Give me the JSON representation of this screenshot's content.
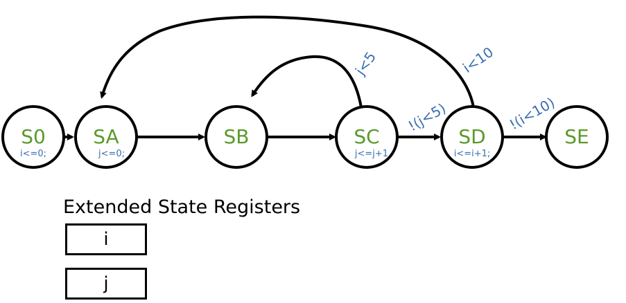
{
  "states": [
    {
      "id": "s0",
      "name": "S0",
      "action": "i<=0;"
    },
    {
      "id": "sa",
      "name": "SA",
      "action": "j<=0;"
    },
    {
      "id": "sb",
      "name": "SB",
      "action": ""
    },
    {
      "id": "sc",
      "name": "SC",
      "action": "j<=j+1"
    },
    {
      "id": "sd",
      "name": "SD",
      "action": "i<=i+1;"
    },
    {
      "id": "se",
      "name": "SE",
      "action": ""
    }
  ],
  "transitions": [
    {
      "from": "S0",
      "to": "SA",
      "guard": ""
    },
    {
      "from": "SA",
      "to": "SB",
      "guard": ""
    },
    {
      "from": "SB",
      "to": "SC",
      "guard": ""
    },
    {
      "from": "SC",
      "to": "SD",
      "guard": "!(j<5)"
    },
    {
      "from": "SD",
      "to": "SE",
      "guard": "!(i<10)"
    },
    {
      "from": "SC",
      "to": "SB",
      "guard": "j<5"
    },
    {
      "from": "SD",
      "to": "SA",
      "guard": "i<10"
    }
  ],
  "registers": {
    "title": "Extended State Registers",
    "items": [
      "i",
      "j"
    ]
  },
  "colors": {
    "state_name": "#5a9a2a",
    "annotation": "#3b6fb0",
    "stroke": "#000000"
  }
}
